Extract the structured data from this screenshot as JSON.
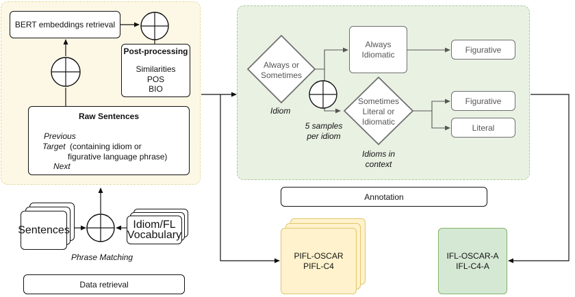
{
  "data_retrieval": {
    "bert_box": "BERT embeddings retrieval",
    "postproc_title": "Post-processing",
    "postproc_items": [
      "Similarities",
      "POS",
      "BIO"
    ],
    "raw_title": "Raw Sentences",
    "raw_previous": "Previous",
    "raw_target_label": "Target",
    "raw_target_text1": "(containing idiom or",
    "raw_target_text2": "figurative language phrase)",
    "raw_next": "Next",
    "sentences_box": "Sentences",
    "vocab_line1": "Idiom/FL",
    "vocab_line2": "Vocabulary",
    "phrase_matching": "Phrase Matching",
    "section_label": "Data retrieval"
  },
  "annotation": {
    "decision1_line1": "Always or",
    "decision1_line2": "Sometimes",
    "idiom_label": "Idiom",
    "always_line1": "Always",
    "always_line2": "Idiomatic",
    "figurative_top": "Figurative",
    "decision2_line1": "Sometimes",
    "decision2_line2": "Literal or",
    "decision2_line3": "Idiomatic",
    "figurative_bottom": "Figurative",
    "literal": "Literal",
    "samples_line1": "5 samples",
    "samples_line2": "per idiom",
    "context_line1": "Idioms in",
    "context_line2": "context",
    "section_label": "Annotation"
  },
  "outputs": {
    "yellow_line1": "PIFL-OSCAR",
    "yellow_line2": "PIFL-C4",
    "green_line1": "IFL-OSCAR-A",
    "green_line2": "IFL-C4-A"
  },
  "colors": {
    "data_panel_fill": "#fdf8e6",
    "data_panel_border": "#e8d9a0",
    "annotation_panel_fill": "#e9f1e3",
    "annotation_panel_border": "#a8c89a",
    "yellow_output": "#fff2cc",
    "green_output": "#d5e8d4"
  }
}
